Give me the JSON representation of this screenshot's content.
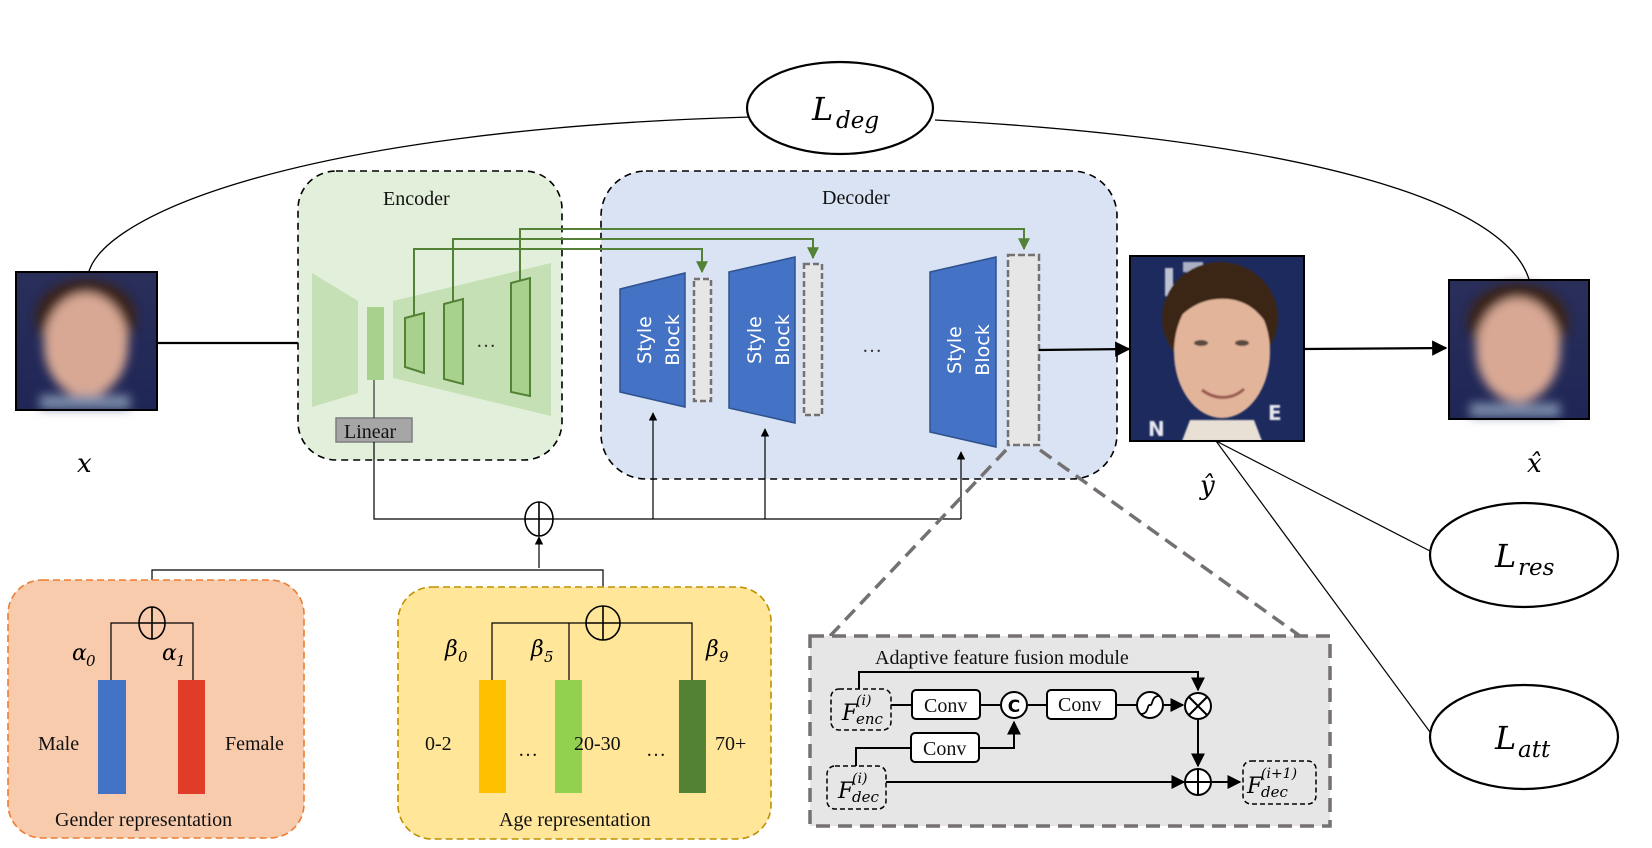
{
  "figure": {
    "losses": {
      "deg": {
        "main": "L",
        "sub": "deg"
      },
      "res": {
        "main": "L",
        "sub": "res"
      },
      "att": {
        "main": "L",
        "sub": "att"
      }
    },
    "images": {
      "input_label": "x",
      "restored_label": "ŷ",
      "degraded_label": "x̂"
    },
    "encoder": {
      "title": "Encoder",
      "linear_label": "Linear",
      "ellipsis": "…"
    },
    "decoder": {
      "title": "Decoder",
      "style_block_line1": "Style",
      "style_block_line2": "Block",
      "ellipsis": "…"
    },
    "gender": {
      "title": "Gender representation",
      "weights": [
        {
          "main": "α",
          "sub": "0"
        },
        {
          "main": "α",
          "sub": "1"
        }
      ],
      "classes": [
        {
          "label": "Male",
          "color": "#4472C4"
        },
        {
          "label": "Female",
          "color": "#E03C28"
        }
      ],
      "bg_color": "#F8CBAD",
      "border_color": "#ED7D31"
    },
    "age": {
      "title": "Age representation",
      "weights": [
        {
          "main": "β",
          "sub": "0"
        },
        {
          "main": "β",
          "sub": "5"
        },
        {
          "main": "β",
          "sub": "9"
        }
      ],
      "classes": [
        {
          "label": "0-2",
          "color": "#FFC000"
        },
        {
          "label": "20-30",
          "color": "#92D050"
        },
        {
          "label": "70+",
          "color": "#548235"
        }
      ],
      "ellipsis": "…",
      "bg_color": "#FFE699",
      "border_color": "#BF9000"
    },
    "fusion": {
      "title": "Adaptive feature fusion module",
      "conv_label": "Conv",
      "concat_label": "C",
      "f_enc": {
        "main": "F",
        "sup": "(i)",
        "sub": "enc"
      },
      "f_dec": {
        "main": "F",
        "sup": "(i)",
        "sub": "dec"
      },
      "f_out": {
        "main": "F",
        "sup": "(i+1)",
        "sub": "dec"
      }
    },
    "colors": {
      "encoder_bg": "#E2EFDA",
      "encoder_shape": "#C5E0B4",
      "encoder_block": "#A9D18E",
      "skip_line": "#538135",
      "decoder_bg": "#DAE3F3",
      "style_block": "#4472C4",
      "fusion_bg": "#E7E6E6",
      "dashed_gray": "#767171"
    }
  }
}
